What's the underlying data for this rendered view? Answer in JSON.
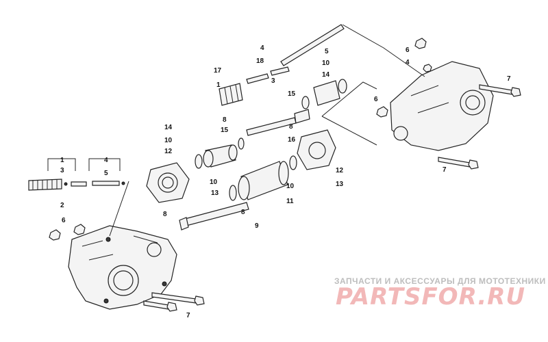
{
  "diagram": {
    "callouts": {
      "c1a": "1",
      "c1b": "1",
      "c2": "2",
      "c3a": "3",
      "c3b": "3",
      "c4a": "4",
      "c4b": "4",
      "c4c": "4",
      "c5a": "5",
      "c5b": "5",
      "c6a": "6",
      "c6b": "6",
      "c6c": "6",
      "c7a": "7",
      "c7b": "7",
      "c7c": "7",
      "c8a": "8",
      "c8b": "8",
      "c8c": "8",
      "c8d": "8",
      "c9": "9",
      "c10a": "10",
      "c10b": "10",
      "c10c": "10",
      "c10d": "10",
      "c11": "11",
      "c12a": "12",
      "c12b": "12",
      "c13a": "13",
      "c13b": "13",
      "c14a": "14",
      "c14b": "14",
      "c15a": "15",
      "c15b": "15",
      "c16": "16",
      "c17": "17",
      "c18": "18"
    }
  },
  "watermark": {
    "caption": "ЗАПЧАСТИ И АКСЕССУАРЫ ДЛЯ МОТОТЕХНИКИ",
    "logo": "PARTSFOR.RU"
  }
}
